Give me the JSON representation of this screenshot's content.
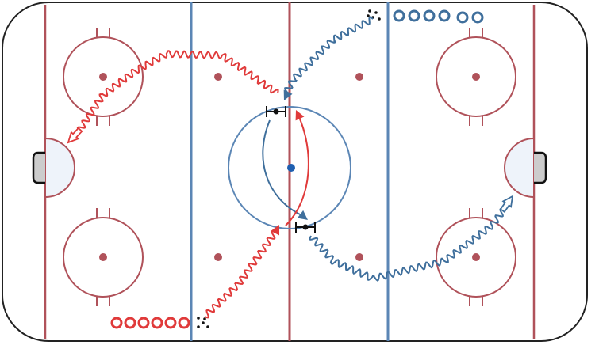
{
  "diagram": {
    "subject": "hockey-rink-drill",
    "colors": {
      "board": "#222222",
      "red_line": "#b0525a",
      "blue_line": "#5b86b5",
      "red_team": "#e03a3a",
      "blue_team": "#3f6f9c",
      "crease_fill": "#eef3fa",
      "goal_fill": "#cccccc",
      "puck": "#111111"
    },
    "red_player_count": 6,
    "blue_player_count": 6
  }
}
